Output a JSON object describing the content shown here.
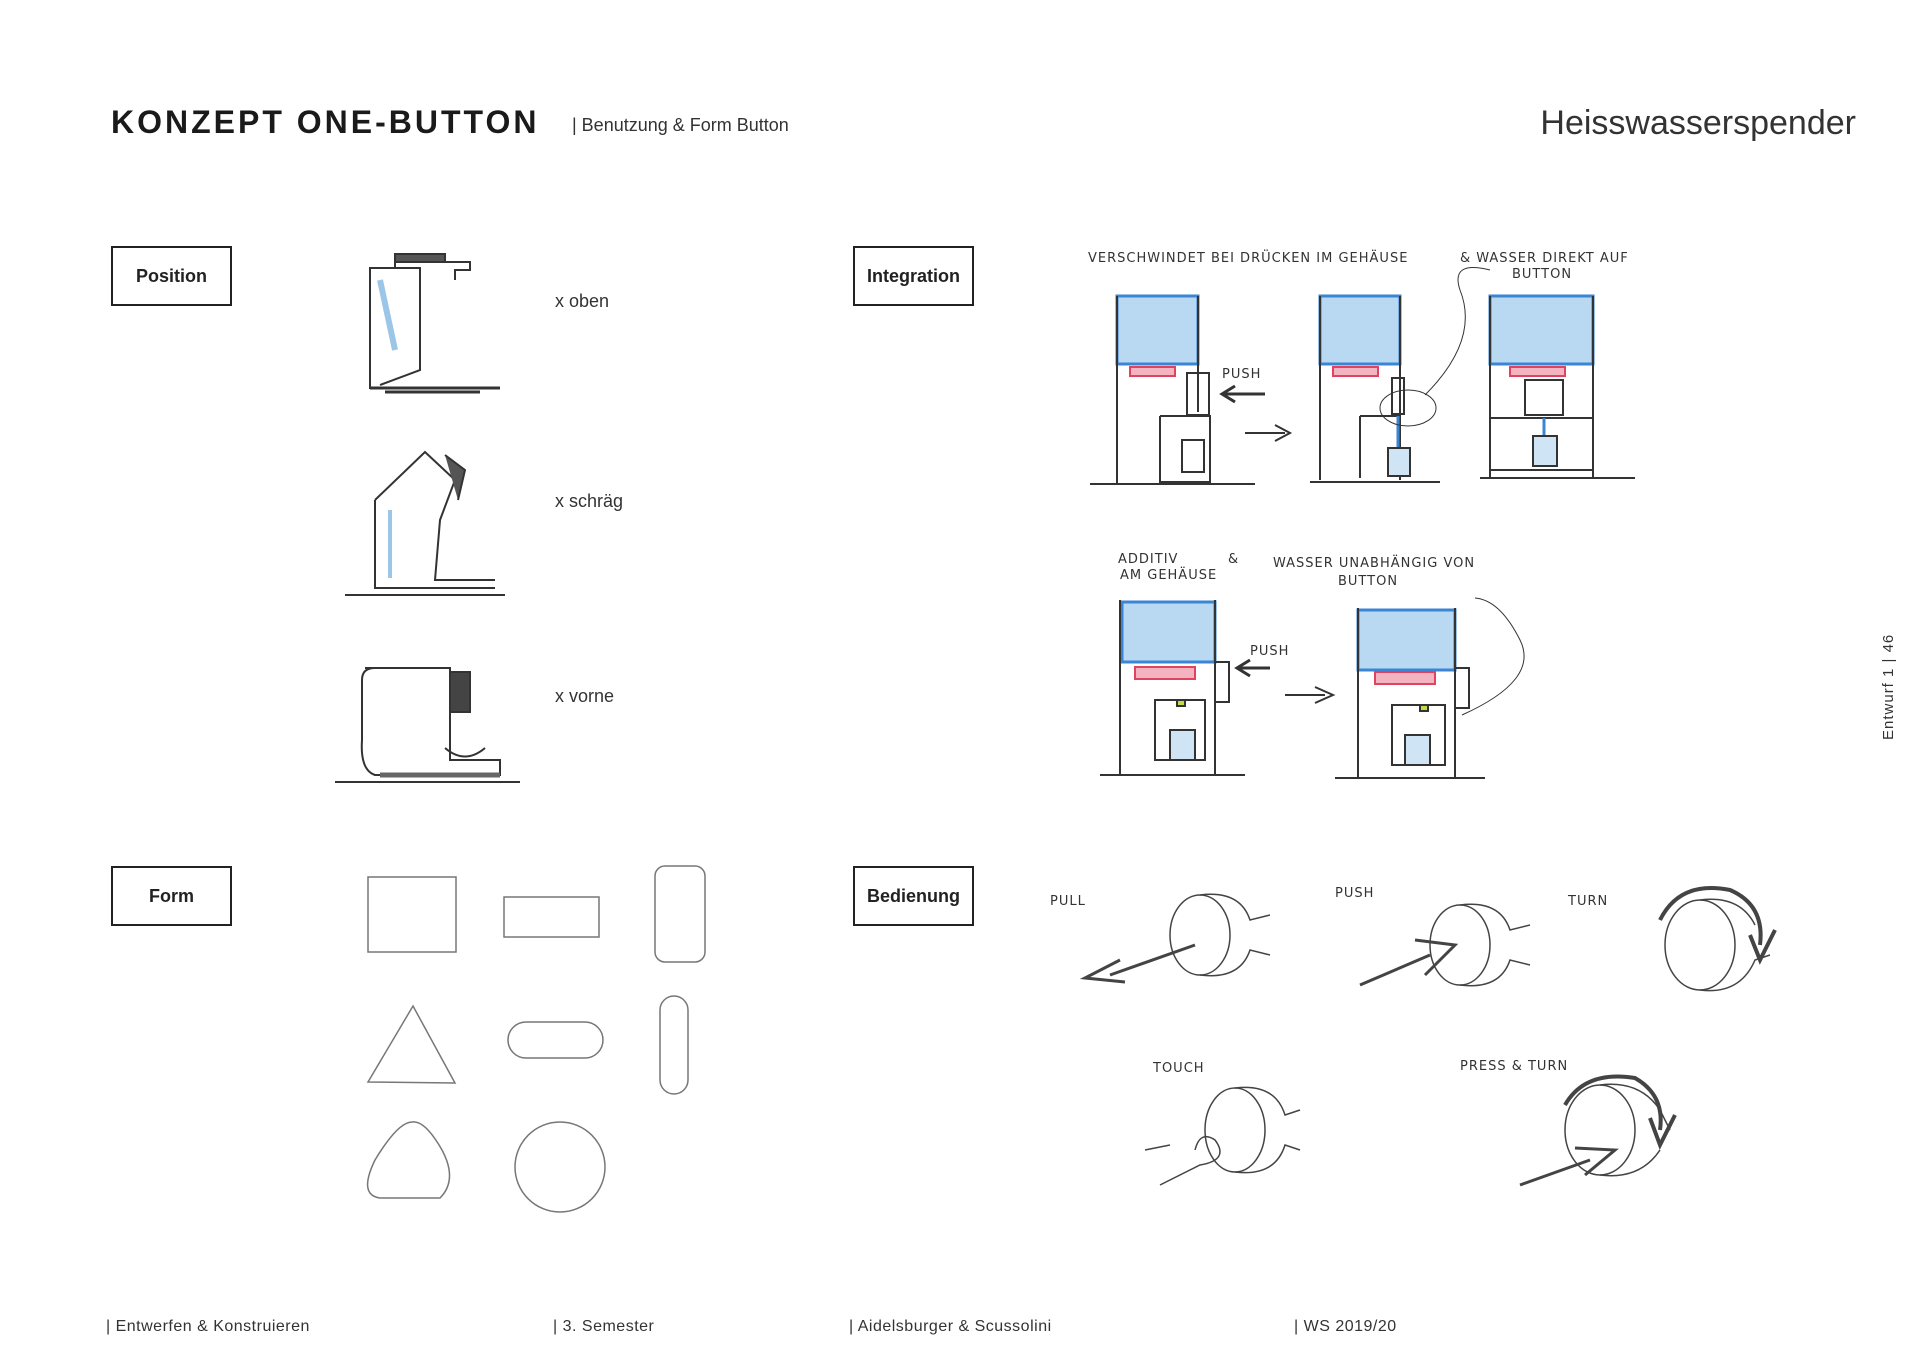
{
  "header": {
    "title": "KONZEPT ONE-BUTTON",
    "subtitle": "| Benutzung & Form Button",
    "product": "Heisswasserspender"
  },
  "sections": {
    "position": "Position",
    "integration": "Integration",
    "form": "Form",
    "bedienung": "Bedienung"
  },
  "position_options": [
    "x oben",
    "x schräg",
    "x vorne"
  ],
  "integration_notes": {
    "top_left": "VERSCHWINDET BEI DRÜCKEN IM GEHÄUSE",
    "top_right": "& WASSER DIREKT AUF",
    "top_right2": "BUTTON",
    "push1": "PUSH",
    "bottom_left": "ADDITIV",
    "bottom_left2": "AM GEHÄUSE",
    "amp": "&",
    "bottom_right": "WASSER UNABHÄNGIG VON",
    "bottom_right2": "BUTTON",
    "push2": "PUSH"
  },
  "bedienung_labels": [
    "PULL",
    "PUSH",
    "TURN",
    "TOUCH",
    "PRESS & TURN"
  ],
  "side": "Entwurf 1  |  46",
  "footer": [
    "|  Entwerfen & Konstruieren",
    "|  3. Semester",
    "|  Aidelsburger &  Scussolini",
    "|  WS 2019/20"
  ],
  "colors": {
    "water": "#3a86d4",
    "water_fill": "#b9d8f2",
    "heater": "#e0435e",
    "ink": "#333333"
  }
}
